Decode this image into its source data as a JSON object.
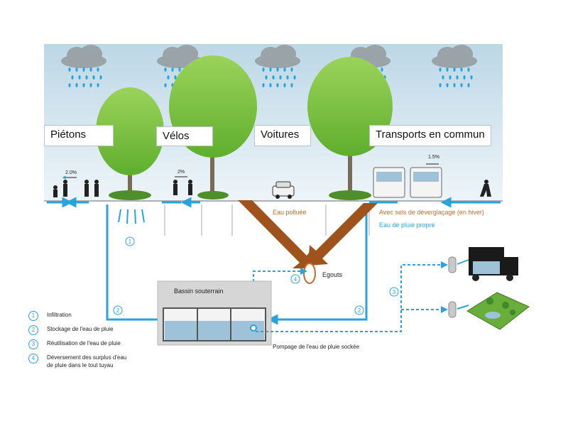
{
  "zones": {
    "pietons": "Piétons",
    "velos": "Vélos",
    "voitures": "Voitures",
    "transports": "Transports en commun"
  },
  "slopes": {
    "s1": "2.0%",
    "s2": "2%",
    "s3": "1.5%"
  },
  "labels": {
    "eau_polluee": "Eau polluée",
    "sels": "Avec sels de déverglaçage (en hiver)",
    "eau_propre": "Eau de pluie propre",
    "egouts": "Egouts",
    "bassin": "Bassin souterrain",
    "pompage": "Pompage de l'eau de pluie sockée"
  },
  "markers": {
    "m1": "1",
    "m2a": "2",
    "m2b": "2",
    "m3": "3",
    "m4": "4"
  },
  "legend": [
    {
      "num": "1",
      "text": "Infiltration"
    },
    {
      "num": "2",
      "text": "Stockage de  l'eau de pluie"
    },
    {
      "num": "3",
      "text": "Réutilisation de l'eau de pluie"
    },
    {
      "num": "4",
      "text": "Déversement des surplus d'eau\nde pluie dans le tout tuyau"
    }
  ],
  "colors": {
    "clean_water": "#29a3dd",
    "polluted_water": "#a0521c",
    "polluted_text": "#c56a2a",
    "tree": "#7ac143"
  }
}
